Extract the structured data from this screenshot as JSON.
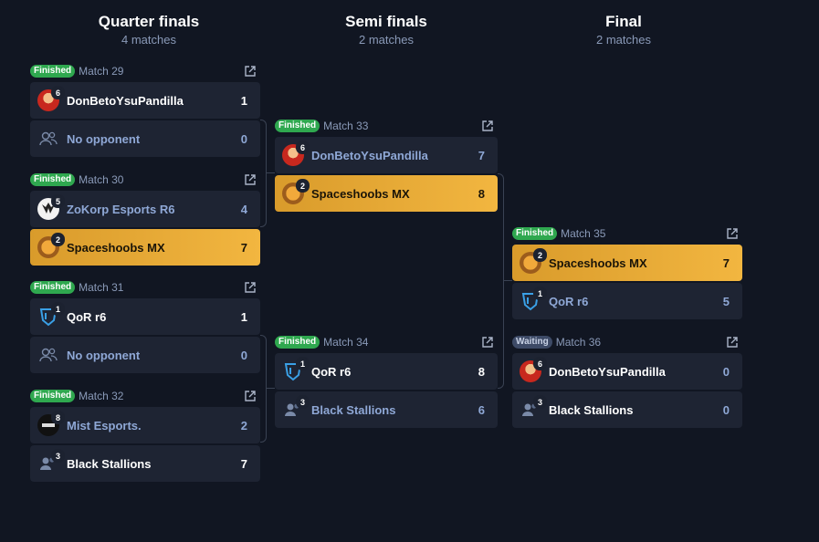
{
  "columns": [
    {
      "title": "Quarter finals",
      "subtitle": "4 matches"
    },
    {
      "title": "Semi finals",
      "subtitle": "2 matches"
    },
    {
      "title": "Final",
      "subtitle": "2 matches"
    }
  ],
  "matches": [
    {
      "status": "Finished",
      "label": "Match 29",
      "teams": [
        {
          "name": "DonBetoYsuPandilla",
          "seed": "6",
          "score": "1",
          "avatar": "red-logo"
        },
        {
          "name": "No opponent",
          "seed": "",
          "score": "0",
          "avatar": "users-icon"
        }
      ]
    },
    {
      "status": "Finished",
      "label": "Match 30",
      "teams": [
        {
          "name": "ZoKorp Esports R6",
          "seed": "5",
          "score": "4",
          "avatar": "white-logo"
        },
        {
          "name": "Spaceshoobs MX",
          "seed": "2",
          "score": "7",
          "avatar": "shoob-logo"
        }
      ]
    },
    {
      "status": "Finished",
      "label": "Match 31",
      "teams": [
        {
          "name": "QoR r6",
          "seed": "1",
          "score": "1",
          "avatar": "qor-logo"
        },
        {
          "name": "No opponent",
          "seed": "",
          "score": "0",
          "avatar": "users-icon"
        }
      ]
    },
    {
      "status": "Finished",
      "label": "Match 32",
      "teams": [
        {
          "name": "Mist Esports.",
          "seed": "8",
          "score": "2",
          "avatar": "mist-logo"
        },
        {
          "name": "Black Stallions",
          "seed": "3",
          "score": "7",
          "avatar": "users-icon"
        }
      ]
    },
    {
      "status": "Finished",
      "label": "Match 33",
      "teams": [
        {
          "name": "DonBetoYsuPandilla",
          "seed": "6",
          "score": "7",
          "avatar": "red-logo"
        },
        {
          "name": "Spaceshoobs MX",
          "seed": "2",
          "score": "8",
          "avatar": "shoob-logo"
        }
      ]
    },
    {
      "status": "Finished",
      "label": "Match 34",
      "teams": [
        {
          "name": "QoR r6",
          "seed": "1",
          "score": "8",
          "avatar": "qor-logo"
        },
        {
          "name": "Black Stallions",
          "seed": "3",
          "score": "6",
          "avatar": "users-icon"
        }
      ]
    },
    {
      "status": "Finished",
      "label": "Match 35",
      "teams": [
        {
          "name": "Spaceshoobs MX",
          "seed": "2",
          "score": "7",
          "avatar": "shoob-logo"
        },
        {
          "name": "QoR r6",
          "seed": "1",
          "score": "5",
          "avatar": "qor-logo"
        }
      ]
    },
    {
      "status": "Waiting",
      "label": "Match 36",
      "teams": [
        {
          "name": "DonBetoYsuPandilla",
          "seed": "6",
          "score": "0",
          "avatar": "red-logo"
        },
        {
          "name": "Black Stallions",
          "seed": "3",
          "score": "0",
          "avatar": "users-icon"
        }
      ]
    }
  ],
  "colors": {
    "background": "#111622",
    "card": "#1e2433",
    "winner": "#f2b640",
    "finished": "#2fa84f",
    "waiting": "#3d4a66"
  },
  "icons": {
    "external": "external-link-icon",
    "users": "users-icon"
  }
}
